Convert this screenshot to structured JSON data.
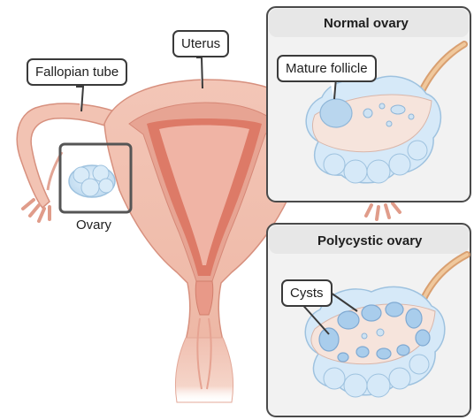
{
  "labels": {
    "uterus": "Uterus",
    "fallopian_tube": "Fallopian tube",
    "ovary": "Ovary",
    "mature_follicle": "Mature follicle",
    "cysts": "Cysts"
  },
  "panels": {
    "normal": {
      "title": "Normal ovary"
    },
    "polycystic": {
      "title": "Polycystic ovary"
    }
  },
  "colors": {
    "tissue": "#f0bfb0",
    "tissue_dark": "#e08e7e",
    "lining": "#d9705f",
    "ovary_blue": "#cfe3f3",
    "cyst_blue": "#a9cdec",
    "panel_bg": "#f2f2f2",
    "outline": "#3a3a3a",
    "tube_tan": "#e6b98f"
  }
}
